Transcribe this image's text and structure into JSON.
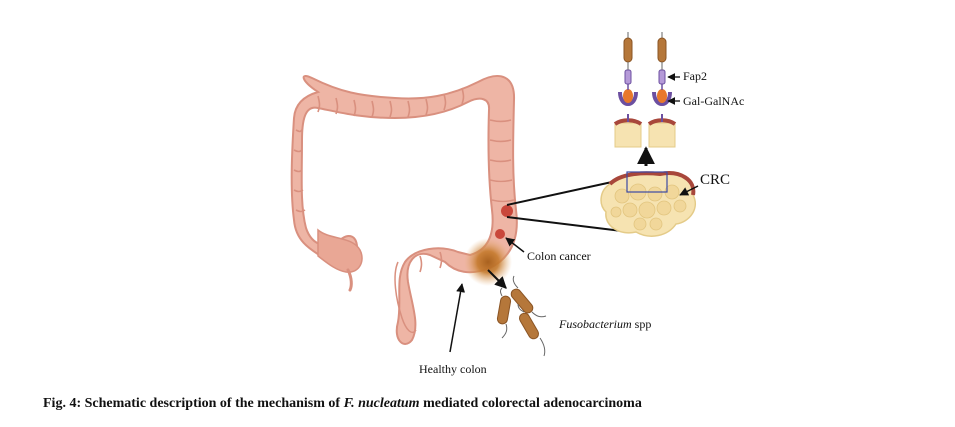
{
  "labels": {
    "fap2": "Fap2",
    "gal_galnac": "Gal-GalNAc",
    "crc": "CRC",
    "colon_cancer": "Colon cancer",
    "fusobacterium_genus": "Fusobacterium",
    "fusobacterium_suffix": " spp",
    "healthy_colon": "Healthy colon"
  },
  "caption": {
    "prefix": "Fig. 4: Schematic description of the mechanism of ",
    "species": "F. nucleatum",
    "suffix": " mediated colorectal adenocarcinoma"
  },
  "colors": {
    "colon": "#eeb5a5",
    "colon_shade": "#d9907f",
    "tumor_tissue": "#f6e3b1",
    "tumor_edge": "#a8473b",
    "bacterium": "#b5773a",
    "receptor": "#6c4fa0",
    "lesion": "#c9473b",
    "infection": "#c57a2c"
  }
}
